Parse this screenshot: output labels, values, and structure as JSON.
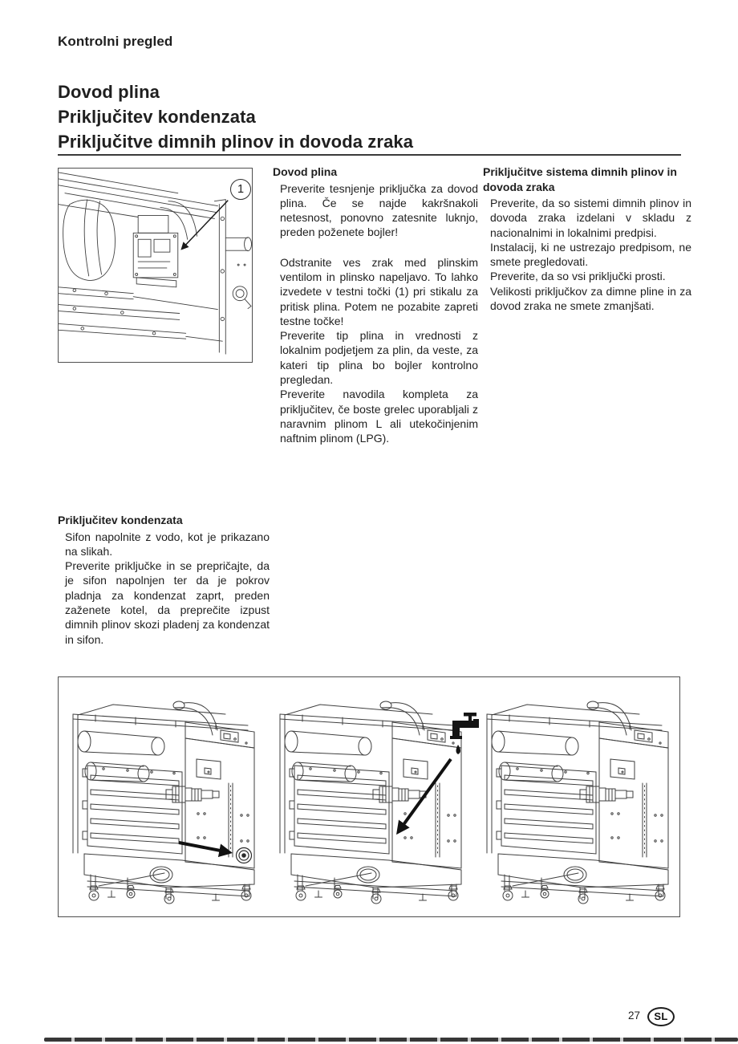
{
  "page": {
    "header": "Kontrolni pregled",
    "title_lines": [
      "Dovod plina",
      "Priključitev kondenzata",
      "Priključitve dimnih plinov in dovoda zraka"
    ],
    "page_number": "27",
    "language_badge": "SL"
  },
  "columns": {
    "gas": {
      "heading": "Dovod plina",
      "paragraphs": [
        "Preverite tesnjenje priključka za dovod plina. Če se najde kakršnakoli netesnost, ponovno zatesnite luknjo, preden poženete bojler!",
        "Odstranite ves zrak med plinskim ventilom in plinsko napeljavo. To lahko izvedete v testni točki (1) pri stikalu za pritisk plina. Potem ne pozabite zapreti testne točke!",
        "Preverite tip plina in vrednosti z lokalnim podjetjem za plin, da veste, za kateri tip plina bo bojler kontrolno pregledan.",
        "Preverite navodila kompleta za priključitev, če boste grelec uporabljali z naravnim plinom L ali utekočinjenim naftnim plinom (LPG)."
      ]
    },
    "flue": {
      "heading": "Priključitve sistema dimnih plinov in dovoda zraka",
      "paragraphs": [
        "Preverite, da so sistemi dimnih plinov in dovoda zraka izdelani v skladu z nacionalnimi in lokalnimi predpisi.",
        "Instalacij, ki ne ustrezajo predpisom, ne smete pregledovati.",
        "Preverite, da so vsi priključki prosti.",
        "Velikosti priključkov za dimne pline in za dovod zraka ne smete zmanjšati."
      ]
    },
    "condensate": {
      "heading": "Priključitev kondenzata",
      "paragraphs": [
        "Sifon napolnite z vodo, kot je prikazano na slikah.",
        "Preverite priključke in se prepričajte, da je sifon napolnjen ter da je pokrov pladnja za kondenzat zaprt, preden zaženete kotel, da preprečite izpust dimnih plinov skozi pladenj za kondenzat in sifon."
      ]
    }
  },
  "figures": {
    "gas_valve": {
      "callout_label": "1"
    },
    "filling": {
      "icons": [
        "faucet-icon",
        "water-drop-icon",
        "plug-icon",
        "arrow"
      ]
    }
  },
  "colors": {
    "text": "#1f1f1f",
    "line_art": "#3f3f3f",
    "rule": "#3a3a3a"
  }
}
